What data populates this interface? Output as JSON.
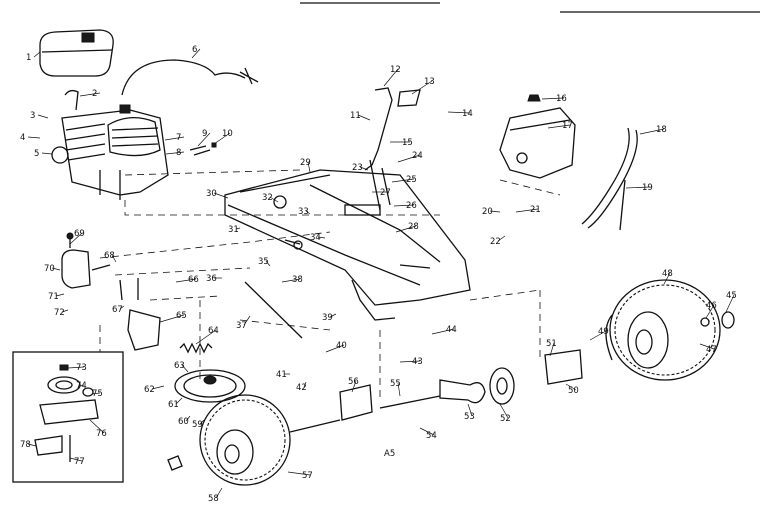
{
  "diagram": {
    "part_numbers": [
      "1",
      "2",
      "3",
      "4",
      "5",
      "6",
      "7",
      "8",
      "9",
      "10",
      "11",
      "12",
      "13",
      "14",
      "15",
      "16",
      "17",
      "18",
      "19",
      "20",
      "21",
      "22",
      "23",
      "24",
      "25",
      "26",
      "27",
      "28",
      "29",
      "30",
      "31",
      "32",
      "33",
      "34",
      "35",
      "36",
      "37",
      "38",
      "39",
      "40",
      "41",
      "42",
      "43",
      "44",
      "45",
      "46",
      "47",
      "48",
      "49",
      "50",
      "51",
      "52",
      "53",
      "54",
      "55",
      "56",
      "57",
      "58",
      "59",
      "60",
      "61",
      "62",
      "63",
      "64",
      "65",
      "66",
      "67",
      "68",
      "69",
      "70",
      "71",
      "72",
      "73",
      "74",
      "75",
      "76",
      "77",
      "78"
    ],
    "extra_labels": [
      "A5"
    ]
  }
}
